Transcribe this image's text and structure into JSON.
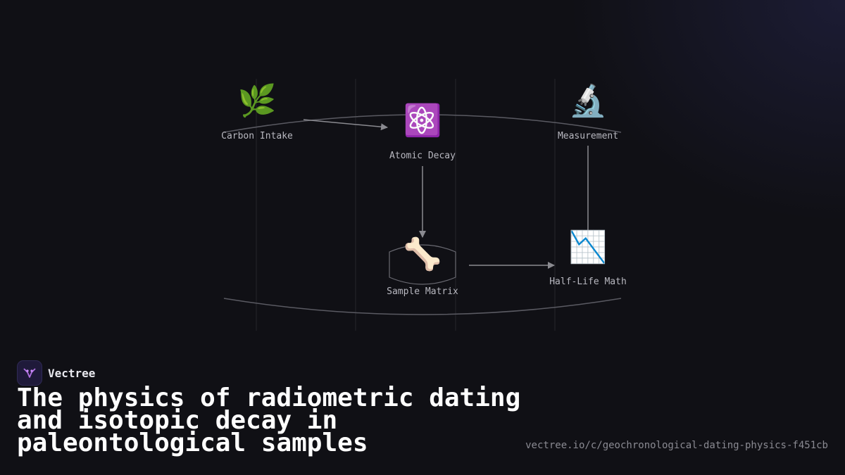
{
  "brand": {
    "name": "Vectree"
  },
  "title": "The physics of radiometric dating and isotopic decay in paleontological samples",
  "url": "vectree.io/c/geochronological-dating-physics-f451cb",
  "diagram": {
    "nodes": [
      {
        "id": "carbon",
        "label": "Carbon Intake",
        "icon": "🌿",
        "icon_name": "herb-icon"
      },
      {
        "id": "decay",
        "label": "Atomic Decay",
        "icon": "⚛️",
        "icon_name": "atom-icon"
      },
      {
        "id": "measure",
        "label": "Measurement",
        "icon": "🔬",
        "icon_name": "microscope-icon"
      },
      {
        "id": "sample",
        "label": "Sample Matrix",
        "icon": "🦴",
        "icon_name": "bone-icon"
      },
      {
        "id": "halflife",
        "label": "Half-Life Math",
        "icon": "📉",
        "icon_name": "chart-decreasing-icon"
      }
    ],
    "edges": [
      {
        "from": "carbon",
        "to": "decay"
      },
      {
        "from": "decay",
        "to": "sample"
      },
      {
        "from": "measure",
        "to": "halflife"
      },
      {
        "from": "sample",
        "to": "halflife"
      }
    ],
    "colors": {
      "line": "#5a5a62",
      "arrow": "#8a8a90",
      "grid": "#26262c"
    }
  }
}
